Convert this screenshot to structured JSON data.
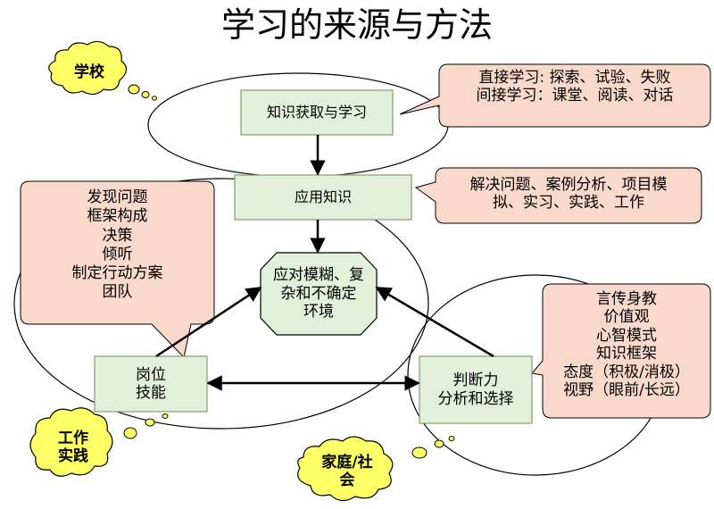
{
  "title": "学习的来源与方法",
  "colors": {
    "box_fill": "#e2efda",
    "box_stroke": "#7f9f6b",
    "callout_fill": "#f8d9cb",
    "cloud_fill": "#ffff66",
    "line": "#000000"
  },
  "clouds": {
    "school": "学校",
    "work": [
      "工作",
      "实践"
    ],
    "family": [
      "家庭/社",
      "会"
    ]
  },
  "boxes": {
    "knowledge": "知识获取与学习",
    "apply": "应用知识",
    "environment": [
      "应对模糊、复",
      "杂和不确定",
      "环境"
    ],
    "skills": [
      "岗位",
      "技能"
    ],
    "judgment": [
      "判断力",
      "分析和选择"
    ]
  },
  "callouts": {
    "learning_modes": [
      "直接学习: 探索、试验、失败",
      "间接学习：课堂、阅读、对话"
    ],
    "application_methods": [
      "解决问题、案例分析、项目模",
      "拟、实习、实践、工作"
    ],
    "job_skills": [
      "发现问题",
      "框架构成",
      "决策",
      "倾听",
      "制定行动方案",
      "团队"
    ],
    "judgment_sources": [
      "言传身教",
      "价值观",
      "心智模式",
      "知识框架",
      "态度（积极/消极）",
      "视野（眼前/长远）"
    ]
  }
}
